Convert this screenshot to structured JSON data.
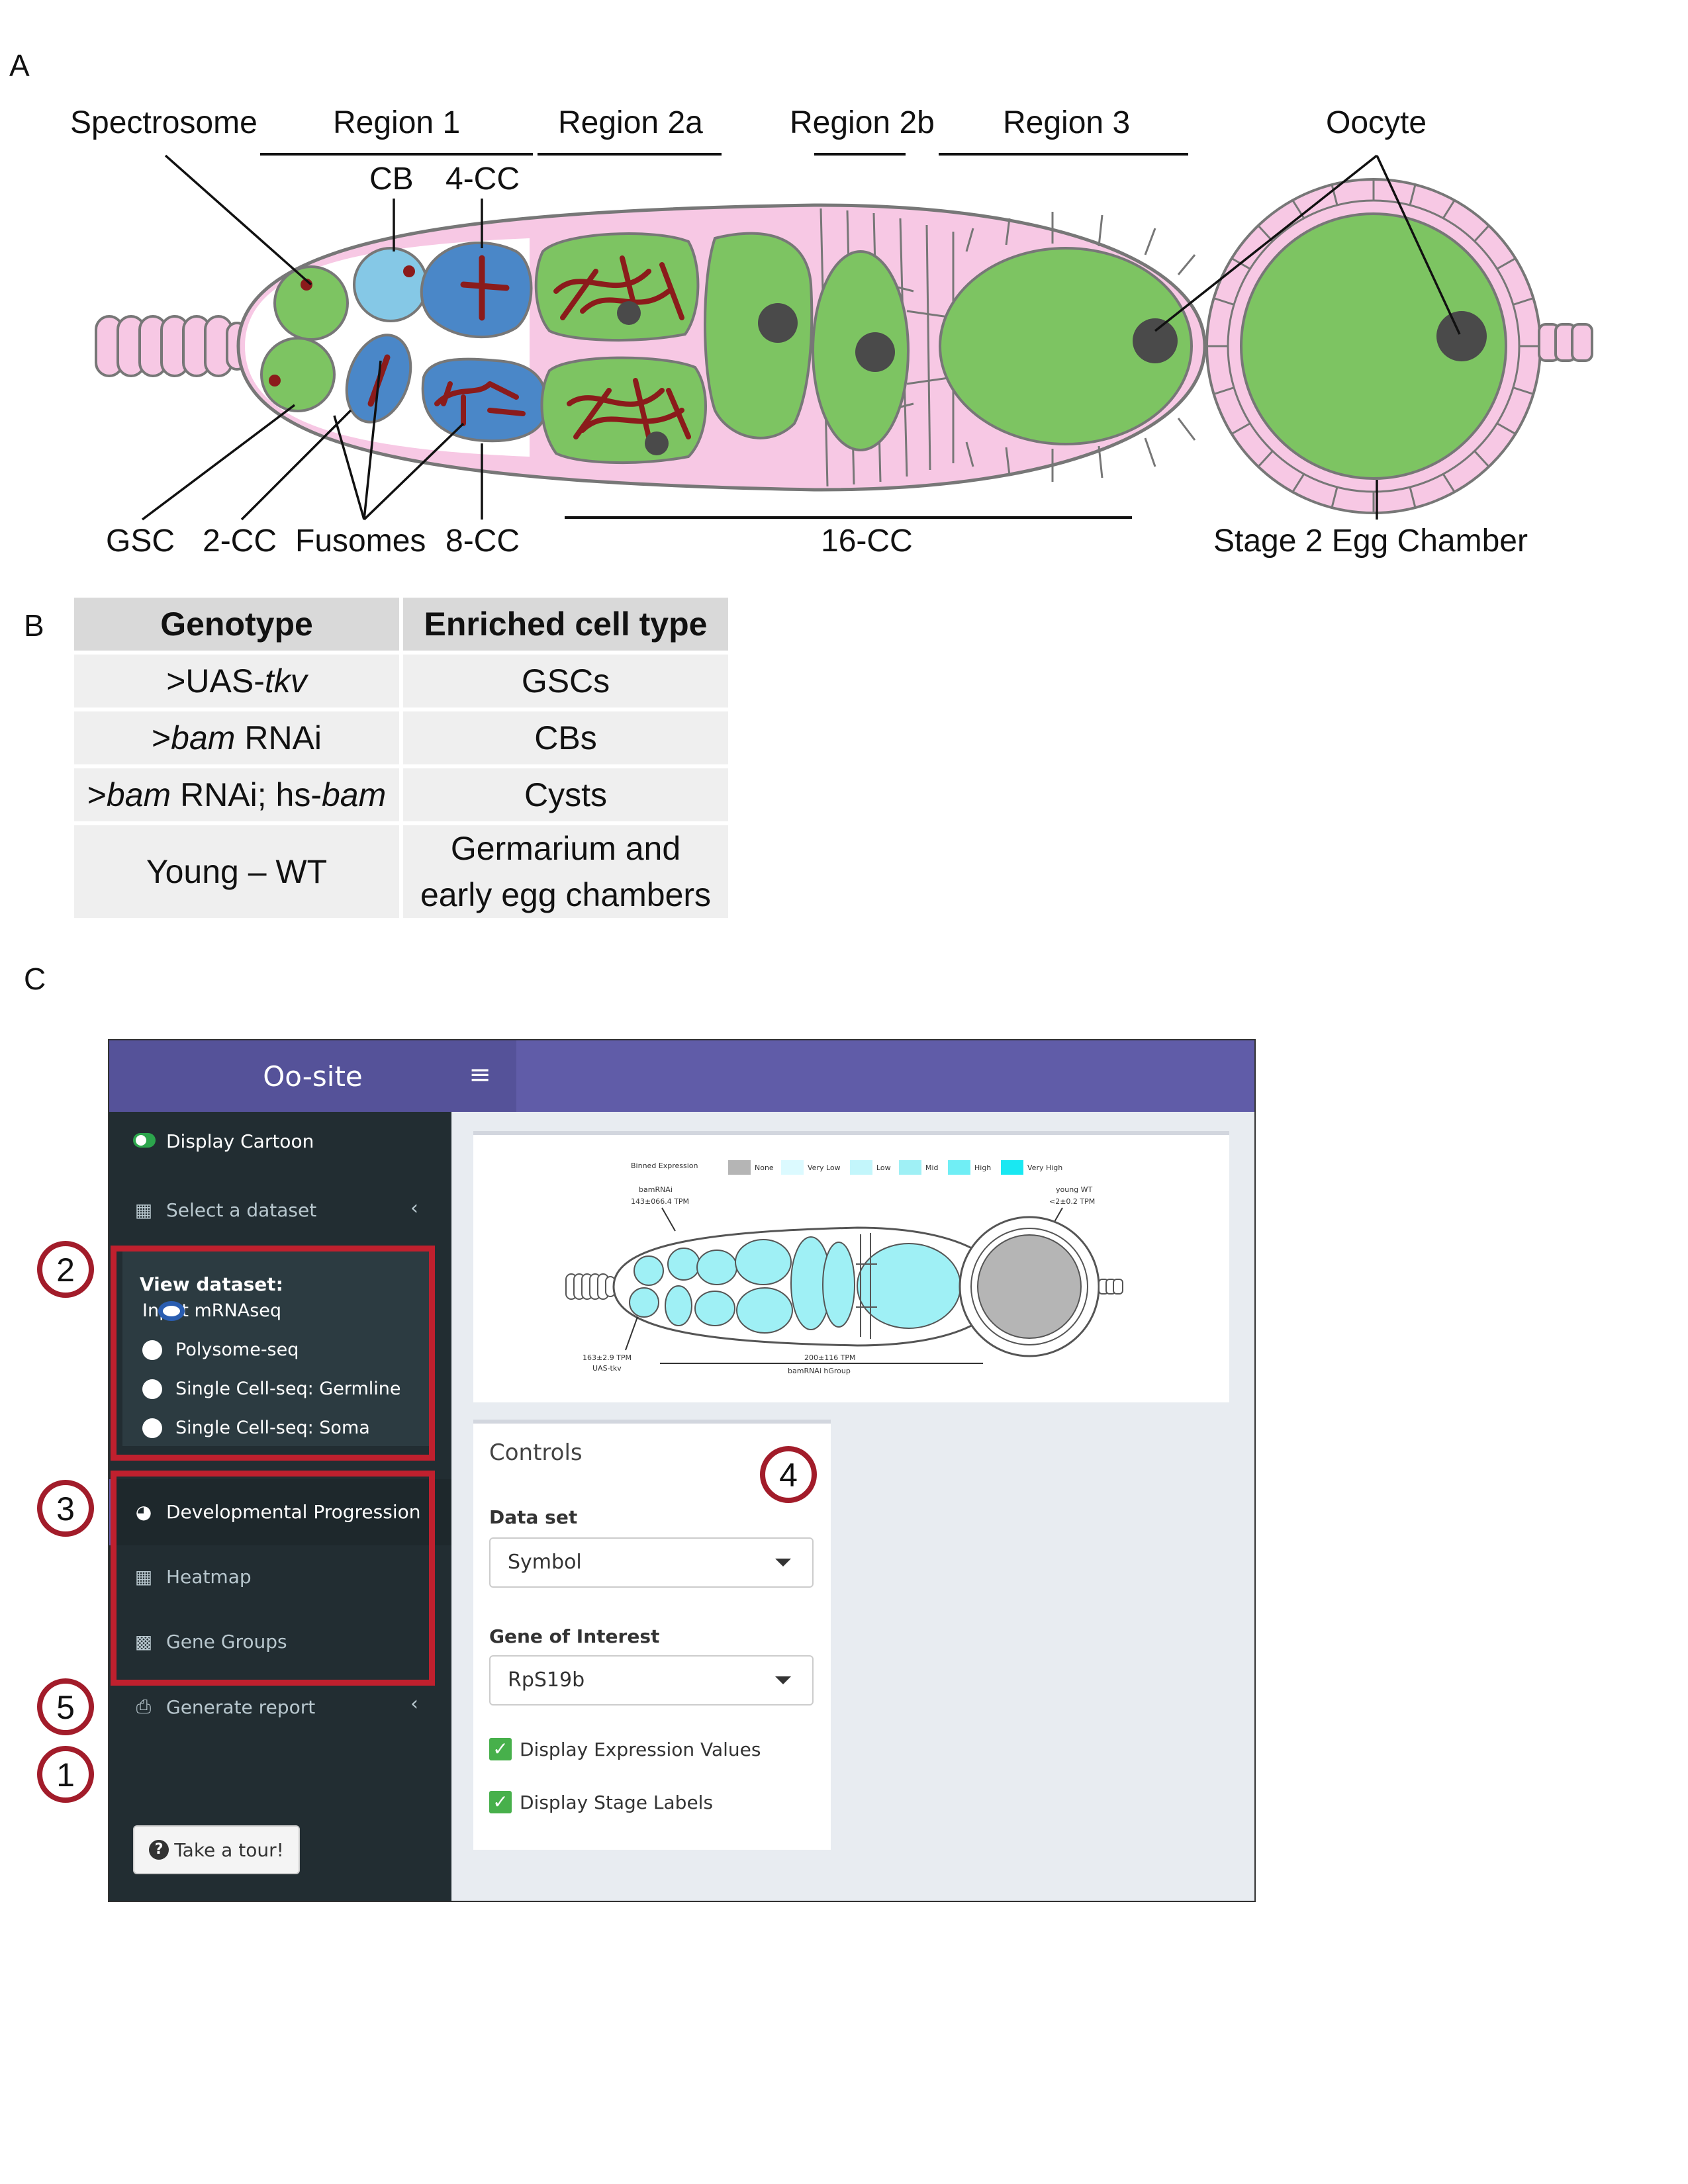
{
  "panels": {
    "a": "A",
    "b": "B",
    "c": "C"
  },
  "cartoon": {
    "top_labels": {
      "spectrosome": "Spectrosome",
      "region1": "Region 1",
      "region2a": "Region 2a",
      "region2b": "Region 2b",
      "region3": "Region 3",
      "oocyte": "Oocyte",
      "cb": "CB",
      "cc4": "4-CC"
    },
    "bottom_labels": {
      "gsc": "GSC",
      "cc2": "2-CC",
      "fusomes": "Fusomes",
      "cc8": "8-CC",
      "cc16": "16-CC",
      "stage2": "Stage 2 Egg Chamber"
    },
    "colors": {
      "germ_cell": "#7dc462",
      "cb": "#85c8e6",
      "cyst": "#4a87c8",
      "fusome": "#8b1b1b",
      "soma": "#f7c8e4",
      "nucleus": "#4a4a4a"
    }
  },
  "table": {
    "headers": [
      "Genotype",
      "Enriched cell type"
    ],
    "rows": [
      {
        "genotype_pre": ">UAS-",
        "genotype_it": "tkv",
        "genotype_post": "",
        "genotype_it2": "",
        "cell": "GSCs"
      },
      {
        "genotype_pre": ">",
        "genotype_it": "bam",
        "genotype_post": " RNAi",
        "genotype_it2": "",
        "cell": "CBs"
      },
      {
        "genotype_pre": ">",
        "genotype_it": "bam",
        "genotype_post": " RNAi; hs-",
        "genotype_it2": "bam",
        "cell": "Cysts"
      },
      {
        "genotype_pre": "Young – WT",
        "genotype_it": "",
        "genotype_post": "",
        "genotype_it2": "",
        "cell_line1": "Germarium and",
        "cell_line2": "early egg chambers"
      }
    ]
  },
  "app": {
    "title": "Oo-site",
    "menu_icon": "hamburger-icon",
    "sidebar": {
      "display_cartoon": "Display Cartoon",
      "select_dataset": "Select a dataset",
      "view_dataset_label": "View dataset:",
      "datasets": [
        "Input mRNAseq",
        "Polysome-seq",
        "Single Cell-seq: Germline",
        "Single Cell-seq: Soma"
      ],
      "selected_dataset": "Input mRNAseq",
      "developmental_progression": "Developmental Progression",
      "heatmap": "Heatmap",
      "gene_groups": "Gene Groups",
      "generate_report": "Generate report",
      "tour_button": "Take a tour!"
    },
    "preview": {
      "legend_title": "Binned Expression",
      "legend": [
        {
          "label": "None",
          "color": "#b5b5b5"
        },
        {
          "label": "Very Low",
          "color": "#dcfaff"
        },
        {
          "label": "Low",
          "color": "#c3f6fb"
        },
        {
          "label": "Mid",
          "color": "#9ff0f5"
        },
        {
          "label": "High",
          "color": "#70eef5"
        },
        {
          "label": "Very High",
          "color": "#19e8f2"
        }
      ],
      "top_left_label1": "bamRNAi",
      "top_left_label2": "143±066.4 TPM",
      "top_right_label1": "young WT",
      "top_right_label2": "<2±0.2 TPM",
      "bottom_left_label1": "163±2.9 TPM",
      "bottom_left_label2": "UAS-tkv",
      "bottom_mid_label1": "200±116 TPM",
      "bottom_mid_label2": "bamRNAi hGroup"
    },
    "controls": {
      "title": "Controls",
      "dataset_label": "Data set",
      "dataset_value": "Symbol",
      "gene_label": "Gene of Interest",
      "gene_value": "RpS19b",
      "check1": "Display Expression Values",
      "check2": "Display Stage Labels"
    },
    "callouts": [
      "1",
      "2",
      "3",
      "4",
      "5"
    ],
    "highlight_color": "#c0202e"
  }
}
